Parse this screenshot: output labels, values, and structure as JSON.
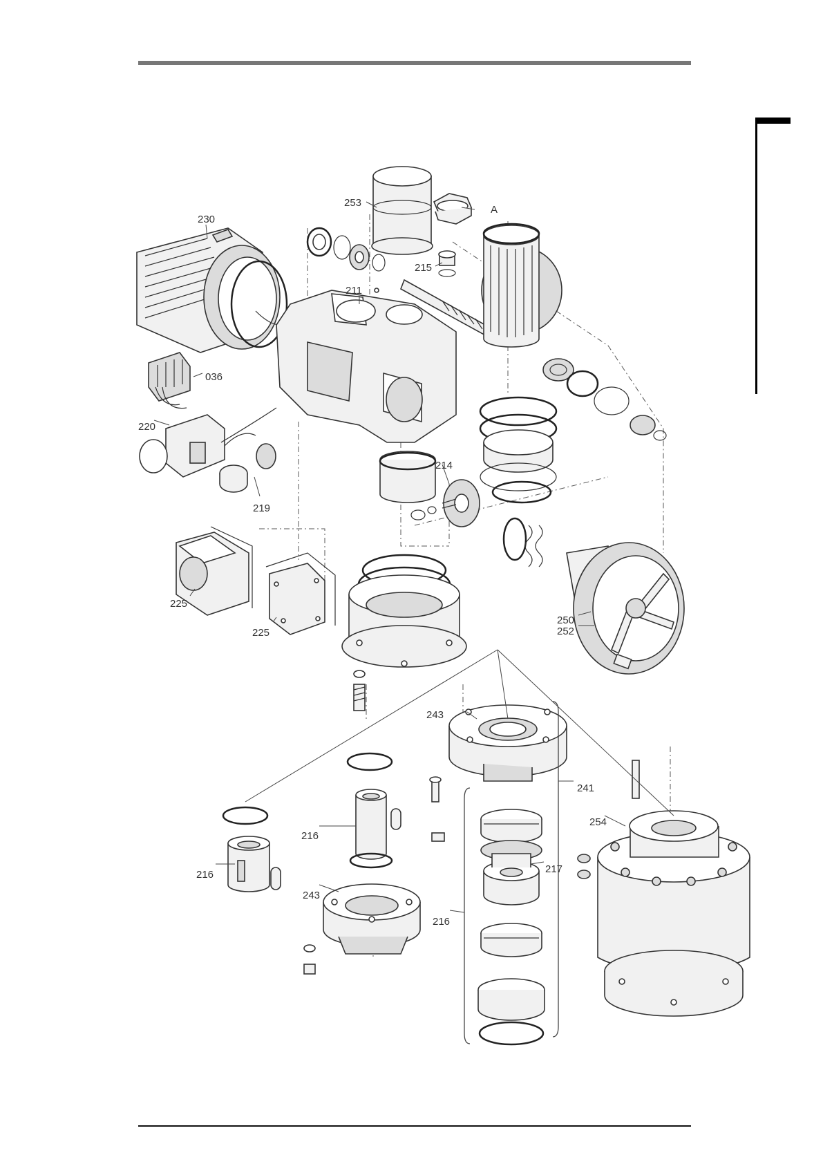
{
  "labels": {
    "l253": "253",
    "lA": "A",
    "l230": "230",
    "l215": "215",
    "l211": "211",
    "l036": "036",
    "l220": "220",
    "l214": "214",
    "l219": "219",
    "l225a": "225",
    "l225b": "225",
    "l250": "250",
    "l252": "252",
    "l243a": "243",
    "l241": "241",
    "l254": "254",
    "l216a": "216",
    "l216b": "216",
    "l217": "217",
    "l243b": "243",
    "l216c": "216"
  }
}
